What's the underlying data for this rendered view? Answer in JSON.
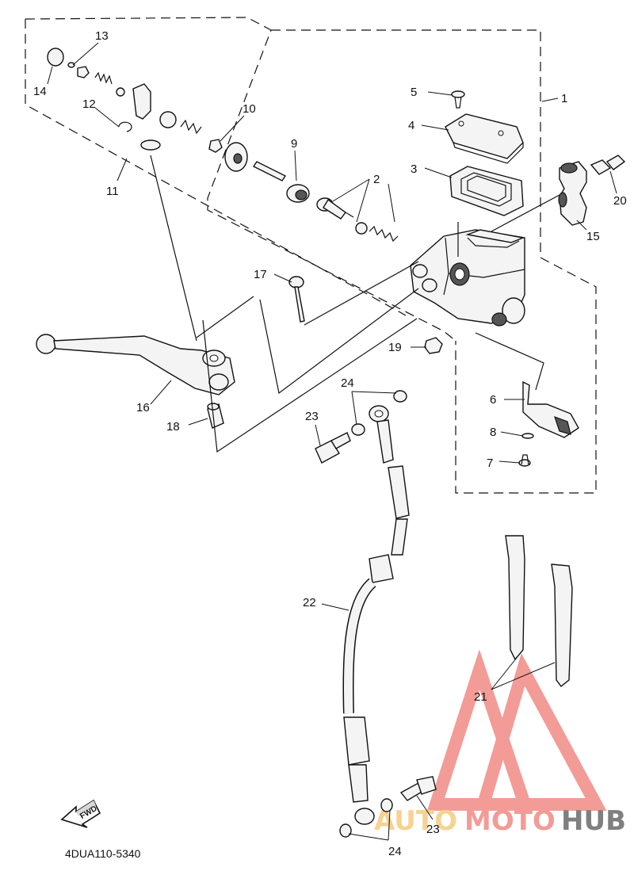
{
  "diagram": {
    "code": "4DUA110-5340",
    "direction_label": "FWD",
    "watermark": {
      "part1": "AUTO",
      "part2": "MOTO",
      "part3": "HUB",
      "colors": {
        "triangle": "#f07a73",
        "auto": "#f5c36b",
        "moto": "#f07a73",
        "hub": "#555555"
      }
    },
    "callouts": {
      "c1": "1",
      "c2": "2",
      "c3": "3",
      "c4": "4",
      "c5": "5",
      "c6": "6",
      "c7": "7",
      "c8": "8",
      "c9": "9",
      "c10": "10",
      "c11": "11",
      "c12": "12",
      "c13": "13",
      "c14": "14",
      "c15": "15",
      "c16": "16",
      "c17": "17",
      "c18": "18",
      "c19": "19",
      "c20": "20",
      "c21": "21",
      "c22": "22",
      "c23a": "23",
      "c23b": "23",
      "c24a": "24",
      "c24b": "24"
    }
  }
}
